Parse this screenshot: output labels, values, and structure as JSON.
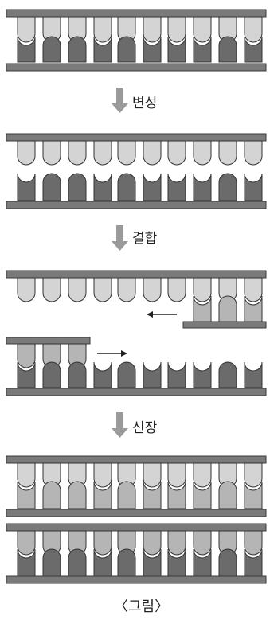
{
  "steps": [
    {
      "label": "변성"
    },
    {
      "label": "결합"
    },
    {
      "label": "신장"
    }
  ],
  "caption": "〈그림〉",
  "colors": {
    "backbone": "#7a7a7a",
    "backbone_edge": "#3a3a3a",
    "dark_base": "#6b6b6b",
    "light_base": "#d4d4d4",
    "mid_base": "#b5b5b5",
    "stroke": "#333333"
  }
}
